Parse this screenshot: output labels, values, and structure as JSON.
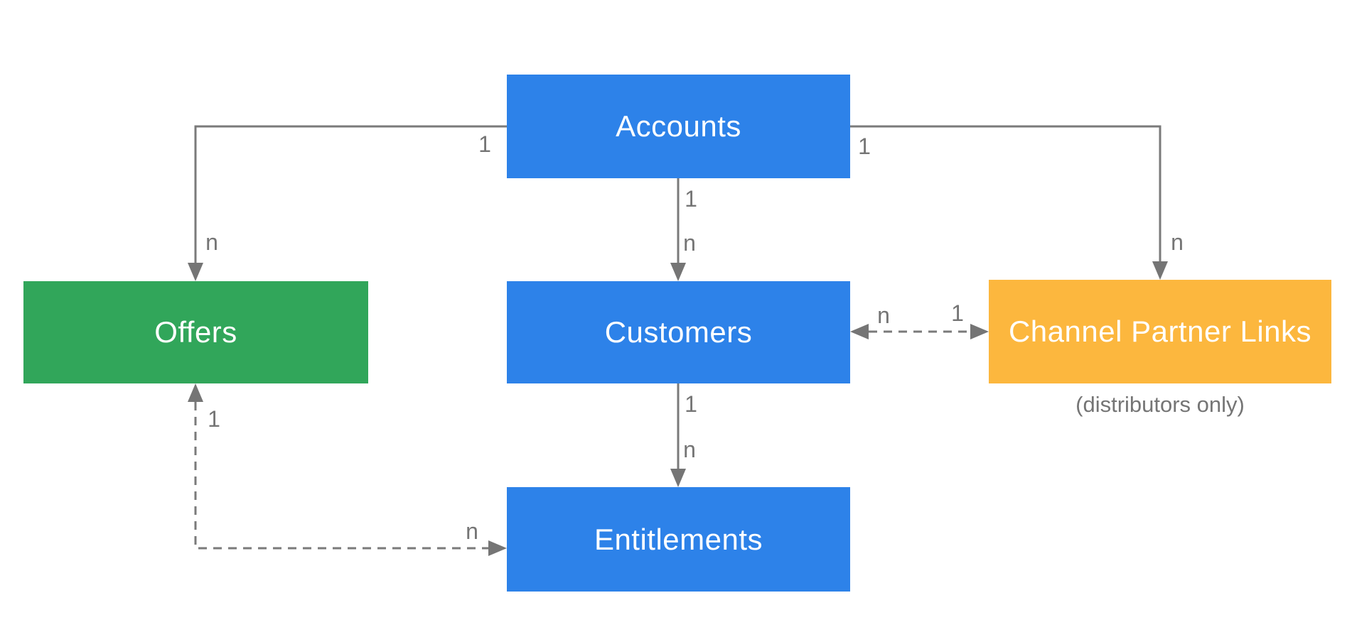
{
  "diagram": {
    "type": "entity-relationship",
    "background_color": "#ffffff",
    "line_color": "#7a7a7a",
    "multiplicity_label_color": "#757575",
    "nodes": [
      {
        "id": "accounts",
        "label": "Accounts",
        "color": "#2d82e9",
        "text_color": "#ffffff"
      },
      {
        "id": "offers",
        "label": "Offers",
        "color": "#31a65a",
        "text_color": "#ffffff"
      },
      {
        "id": "customers",
        "label": "Customers",
        "color": "#2d82e9",
        "text_color": "#ffffff"
      },
      {
        "id": "channel_partner_links",
        "label": "Channel Partner Links",
        "color": "#fcb73e",
        "text_color": "#ffffff",
        "caption": "(distributors only)"
      },
      {
        "id": "entitlements",
        "label": "Entitlements",
        "color": "#2d82e9",
        "text_color": "#ffffff"
      }
    ],
    "edges": [
      {
        "id": "accounts_to_offers",
        "from": "Accounts",
        "to": "Offers",
        "style": "solid",
        "direction": "one-way",
        "from_label": "1",
        "to_label": "n"
      },
      {
        "id": "accounts_to_customers",
        "from": "Accounts",
        "to": "Customers",
        "style": "solid",
        "direction": "one-way",
        "from_label": "1",
        "to_label": "n"
      },
      {
        "id": "accounts_to_channel_partner_links",
        "from": "Accounts",
        "to": "Channel Partner Links",
        "style": "solid",
        "direction": "one-way",
        "from_label": "1",
        "to_label": "n"
      },
      {
        "id": "customers_channel_partner_links",
        "from": "Customers",
        "to": "Channel Partner Links",
        "style": "dashed",
        "direction": "two-way",
        "from_label": "n",
        "to_label": "1"
      },
      {
        "id": "customers_to_entitlements",
        "from": "Customers",
        "to": "Entitlements",
        "style": "solid",
        "direction": "one-way",
        "from_label": "1",
        "to_label": "n"
      },
      {
        "id": "offers_entitlements",
        "from": "Offers",
        "to": "Entitlements",
        "style": "dashed",
        "direction": "two-way",
        "from_label": "1",
        "to_label": "n"
      }
    ]
  }
}
